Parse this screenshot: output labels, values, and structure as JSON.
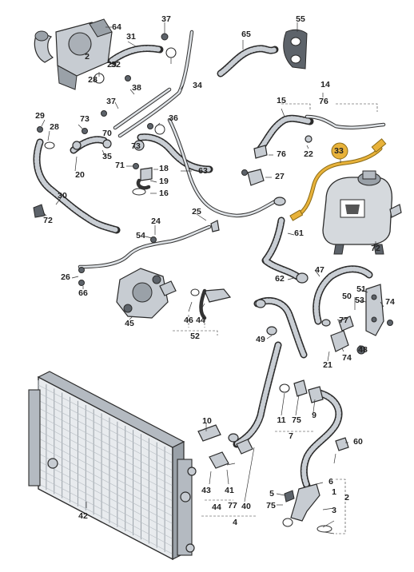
{
  "diagram": {
    "highlight_color": "#e8b23a",
    "highlight_border": "#8a6a15",
    "hose_color": "#2b2b2b",
    "part_fill": "#c7ccd2",
    "highlighted_label": "22",
    "labels": [
      "64",
      "37",
      "55",
      "31",
      "65",
      "2",
      "32",
      "28",
      "29",
      "34",
      "38",
      "37",
      "14",
      "15",
      "76",
      "29",
      "28",
      "73",
      "35",
      "36",
      "73",
      "70",
      "76",
      "22",
      "33",
      "20",
      "71",
      "18",
      "19",
      "16",
      "63",
      "27",
      "30",
      "72",
      "25",
      "24",
      "54",
      "61",
      "72",
      "26",
      "66",
      "47",
      "62",
      "45",
      "46",
      "44",
      "52",
      "51",
      "53",
      "50",
      "74",
      "77",
      "49",
      "48",
      "74",
      "21",
      "10",
      "11",
      "75",
      "9",
      "7",
      "60",
      "42",
      "43",
      "41",
      "44",
      "77",
      "40",
      "4",
      "5",
      "75",
      "6",
      "1",
      "2",
      "3"
    ]
  }
}
